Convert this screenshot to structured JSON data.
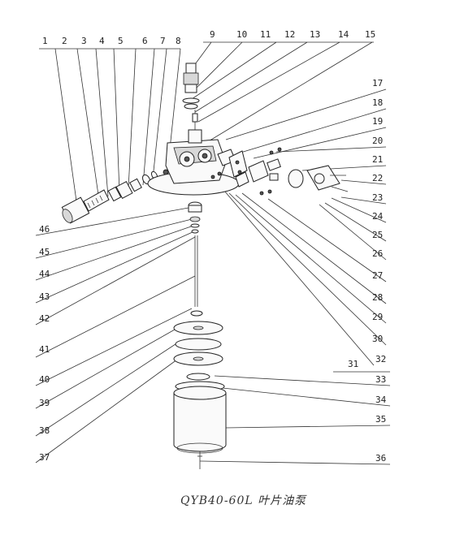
{
  "caption": "QYB40-60L 叶片油泵",
  "labels": {
    "n1": "1",
    "n2": "2",
    "n3": "3",
    "n4": "4",
    "n5": "5",
    "n6": "6",
    "n7": "7",
    "n8": "8",
    "n9": "9",
    "n10": "10",
    "n11": "11",
    "n12": "12",
    "n13": "13",
    "n14": "14",
    "n15": "15",
    "n17": "17",
    "n18": "18",
    "n19": "19",
    "n20": "20",
    "n21": "21",
    "n22": "22",
    "n23": "23",
    "n24": "24",
    "n25": "25",
    "n26": "26",
    "n27": "27",
    "n28": "28",
    "n29": "29",
    "n30": "30",
    "n31": "31",
    "n32": "32",
    "n33": "33",
    "n34": "34",
    "n35": "35",
    "n36": "36",
    "n37": "37",
    "n38": "38",
    "n39": "39",
    "n40": "40",
    "n41": "41",
    "n42": "42",
    "n43": "43",
    "n44": "44",
    "n45": "45",
    "n46": "46"
  }
}
